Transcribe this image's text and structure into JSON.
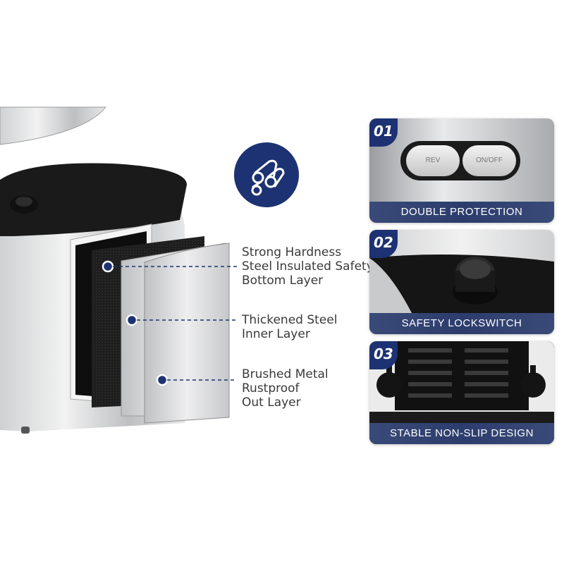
{
  "callouts": [
    {
      "lines": [
        "Strong Hardness",
        "Steel Insulated Safety",
        "Bottom Layer"
      ]
    },
    {
      "lines": [
        "Thickened Steel",
        "Inner Layer"
      ]
    },
    {
      "lines": [
        "Brushed Metal",
        "Rustproof",
        "Out Layer"
      ]
    }
  ],
  "cards": [
    {
      "number": "01",
      "caption": "DOUBLE PROTECTION",
      "buttons": [
        "REV",
        "ON/OFF"
      ]
    },
    {
      "number": "02",
      "caption": "SAFETY LOCKSWITCH"
    },
    {
      "number": "03",
      "caption": "STABLE NON-SLIP DESIGN"
    }
  ],
  "colors": {
    "navy": "#1d3272",
    "band": "#2c3c6c",
    "dot": "#1d3272"
  },
  "icons": {
    "material": "layered-cylinders-icon"
  }
}
